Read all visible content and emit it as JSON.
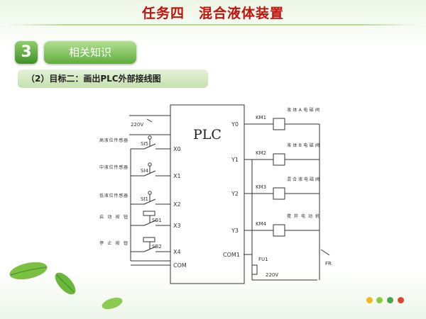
{
  "header": {
    "title": "任务四　混合液体装置"
  },
  "section": {
    "number": "3",
    "label": "相关知识"
  },
  "goal": {
    "text": "（2）目标二：画出PLC外部接线图"
  },
  "diagram": {
    "plc_label": "PLC",
    "power_in": "220V",
    "inputs": [
      {
        "device": "SI5",
        "terminal": "X0",
        "desc": "高液位传感器"
      },
      {
        "device": "SI4",
        "terminal": "X1",
        "desc": "中液位传感器"
      },
      {
        "device": "SI1",
        "terminal": "X2",
        "desc": "低液位传感器"
      },
      {
        "device": "SB1",
        "terminal": "X3",
        "desc": "启动按钮"
      },
      {
        "device": "SB2",
        "terminal": "X4",
        "desc": "停止按钮"
      }
    ],
    "input_com": "COM",
    "outputs": [
      {
        "device": "KM1",
        "terminal": "Y0",
        "desc": "液体A电磁阀"
      },
      {
        "device": "KM2",
        "terminal": "Y1",
        "desc": "液体B电磁阀"
      },
      {
        "device": "KM3",
        "terminal": "Y2",
        "desc": "混合液电磁阀"
      },
      {
        "device": "KM4",
        "terminal": "Y3",
        "desc": "搅拌电动机"
      }
    ],
    "output_com": "COM1",
    "fuse": "FU1",
    "fr": "FR",
    "ac_supply": "220V"
  },
  "colors": {
    "title": "#c0140c",
    "accent_green": "#5fae3c",
    "dots": [
      "#f3b81f",
      "#8ccf3c",
      "#4aa64a",
      "#e0452b"
    ]
  }
}
